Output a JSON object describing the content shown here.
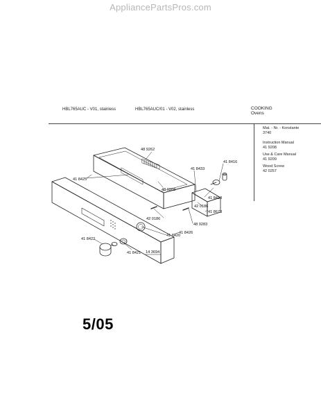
{
  "site": {
    "watermark": "AppliancePartsPros.com"
  },
  "header": {
    "model_v01": "HBL765AUC - V01, stainless",
    "model_v02": "HBL765AUC/01 - V02, stainless",
    "category": "COOKING",
    "subcategory": "Ovens"
  },
  "legend": {
    "col_header": "Mat. - Nr. - Konstante",
    "col_sub": "3740",
    "items": [
      {
        "label": "Instruction Manual",
        "part": "41 9208"
      },
      {
        "label": "Use & Care Manual",
        "part": "41 9209"
      },
      {
        "label": "Wood Screw",
        "part": "42 0257"
      }
    ]
  },
  "callouts": {
    "c1": "48 9262",
    "c2": "41 8425",
    "c3": "48 9268",
    "c4": "41 8433",
    "c5": "41 8416",
    "c6": "41 8413",
    "c7": "42 0186",
    "c8": "41 8673",
    "c9": "42 0186",
    "c10": "48 9283",
    "c11": "41 8426",
    "c12": "41 8420",
    "c13": "41 8422",
    "c14": "14 3694",
    "c15": "41 8421"
  },
  "footer": {
    "date": "5/05"
  }
}
